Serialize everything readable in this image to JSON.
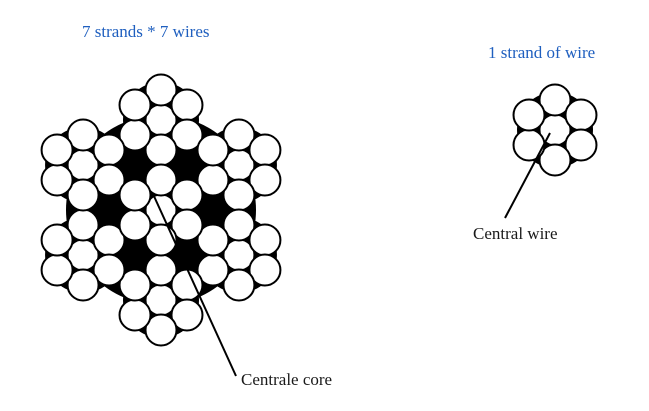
{
  "labels": {
    "left_title": "7 strands * 7 wires",
    "right_title": "1 strand of wire",
    "central_wire": "Central wire",
    "central_core": "Centrale core"
  },
  "colors": {
    "title_blue": "#1f5fbf",
    "label_dark": "#1a1a1a",
    "fill_black": "#000000",
    "wire_white": "#ffffff"
  }
}
